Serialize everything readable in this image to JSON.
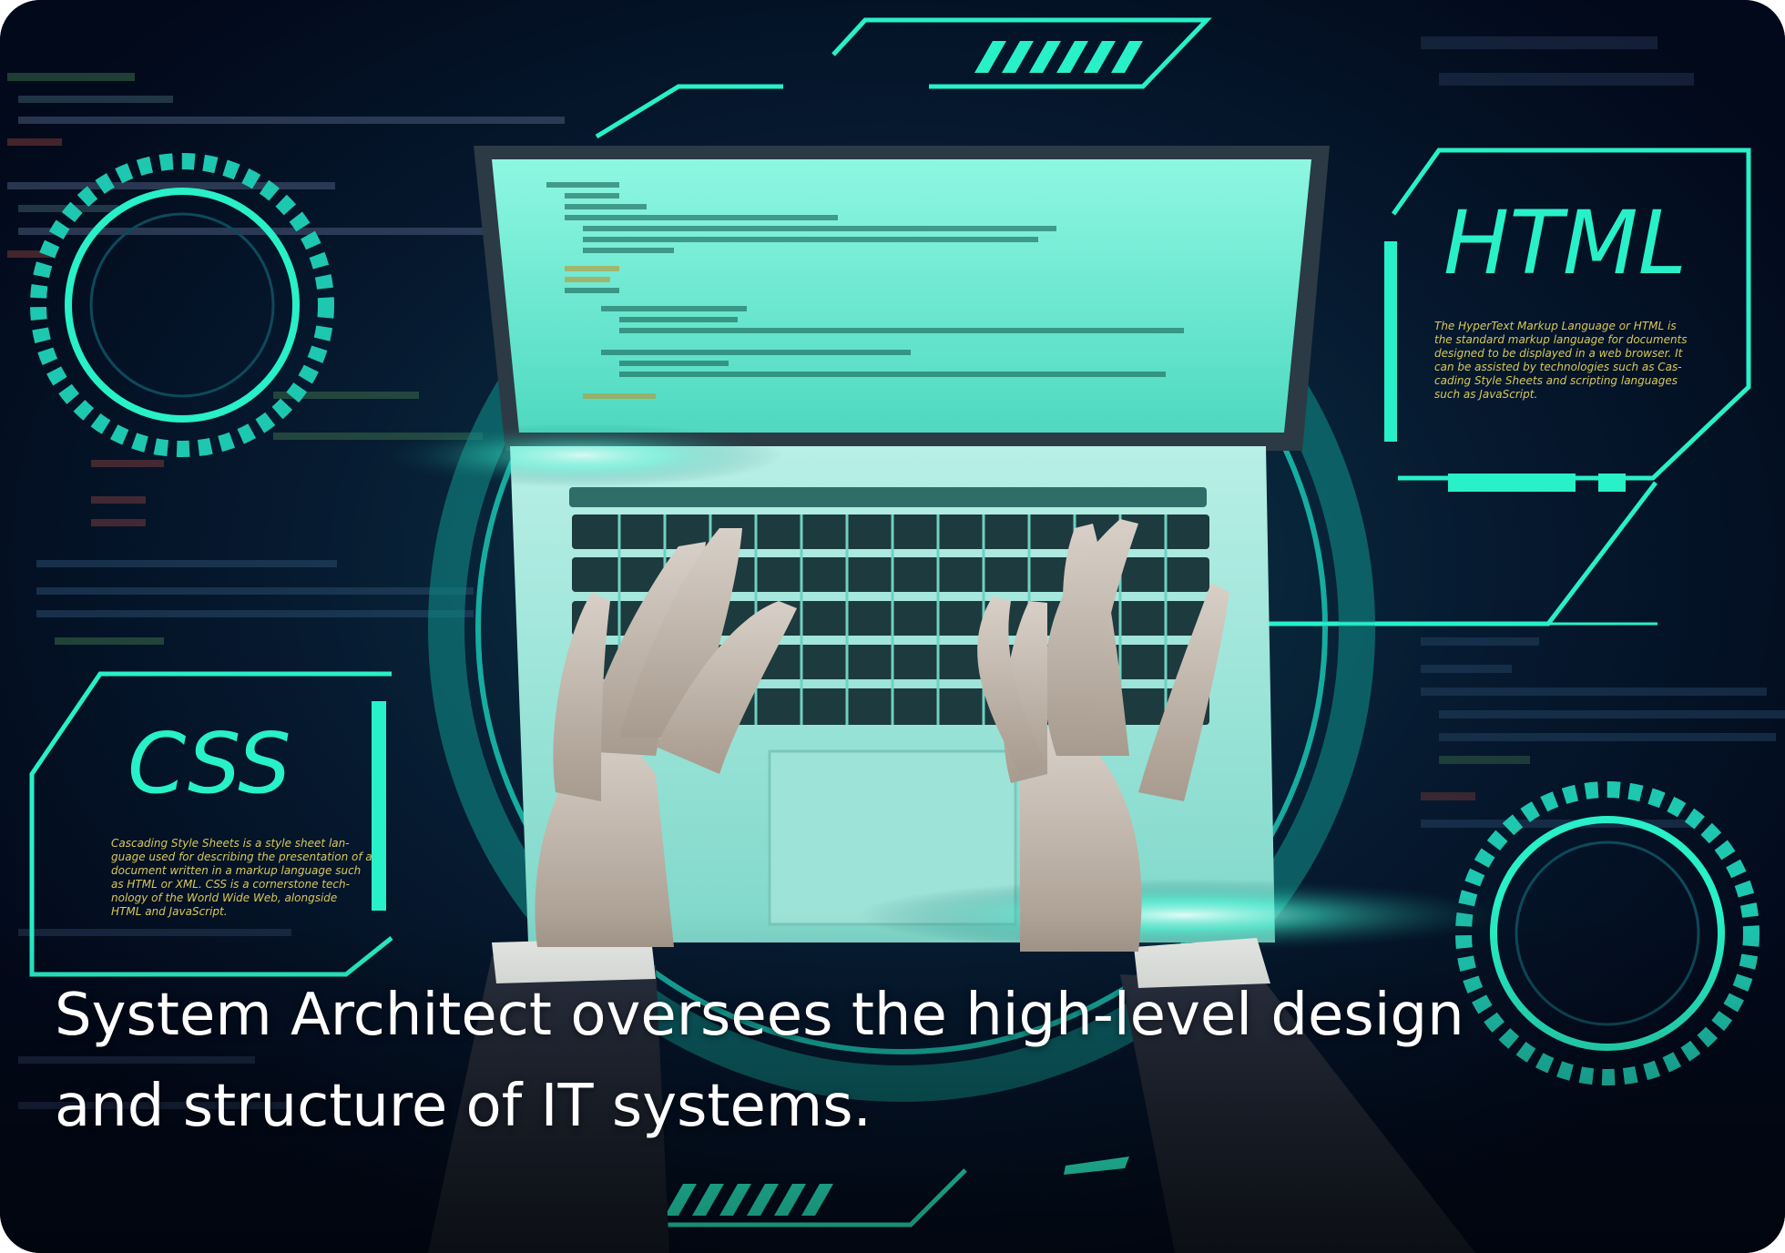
{
  "image": {
    "caption": "System Architect oversees the high-level design and structure of IT systems.",
    "html_panel": {
      "title": "HTML",
      "description_lines": [
        "The HyperText Markup Language or HTML is",
        "the standard markup language for documents",
        "designed to be displayed in a web browser. It",
        "can be assisted by technologies such as Cas-",
        "cading Style Sheets and scripting languages",
        "such as JavaScript."
      ]
    },
    "css_panel": {
      "title": "CSS",
      "description_lines": [
        "Cascading Style Sheets is a style sheet lan-",
        "guage used for describing the presentation of a",
        "document written in a markup language such",
        "as HTML or XML. CSS is a cornerstone tech-",
        "nology of the World Wide Web, alongside",
        "HTML and JavaScript."
      ]
    },
    "colors": {
      "background": "#030c1e",
      "accent_teal": "#28f0c8",
      "screen_glow": "#7ff5df",
      "caption_text": "#ffffff"
    }
  }
}
